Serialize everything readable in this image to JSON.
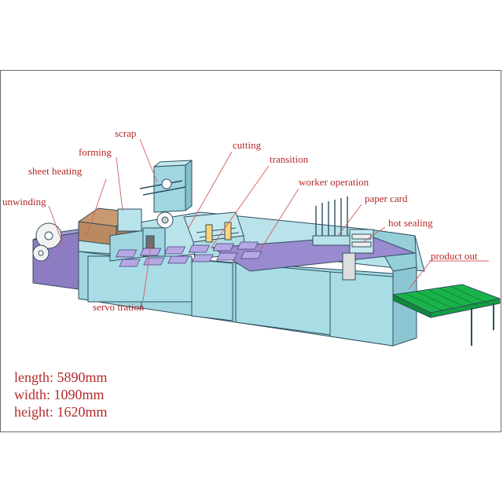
{
  "labels": {
    "scrap": "scrap",
    "forming": "forming",
    "sheet_heating": "sheet heating",
    "unwinding": "unwinding",
    "cutting": "cutting",
    "transition": "transition",
    "worker_operation": "worker operation",
    "paper_card": "paper card",
    "hot_sealing": "hot sealing",
    "product_out": "product out",
    "servo_tration": "servo tration"
  },
  "specs": {
    "length": "length: 5890mm",
    "width": "width: 1090mm",
    "height": "height: 1620mm"
  },
  "colors": {
    "machine_body": "#9fd6e0",
    "purple_unit": "#8e7cc3",
    "conveyor_green": "#19b34a",
    "heater_tan": "#c99a72",
    "outline": "#2f4f5f",
    "label_red": "#b52a2a",
    "leader_line": "#d85a5a"
  }
}
